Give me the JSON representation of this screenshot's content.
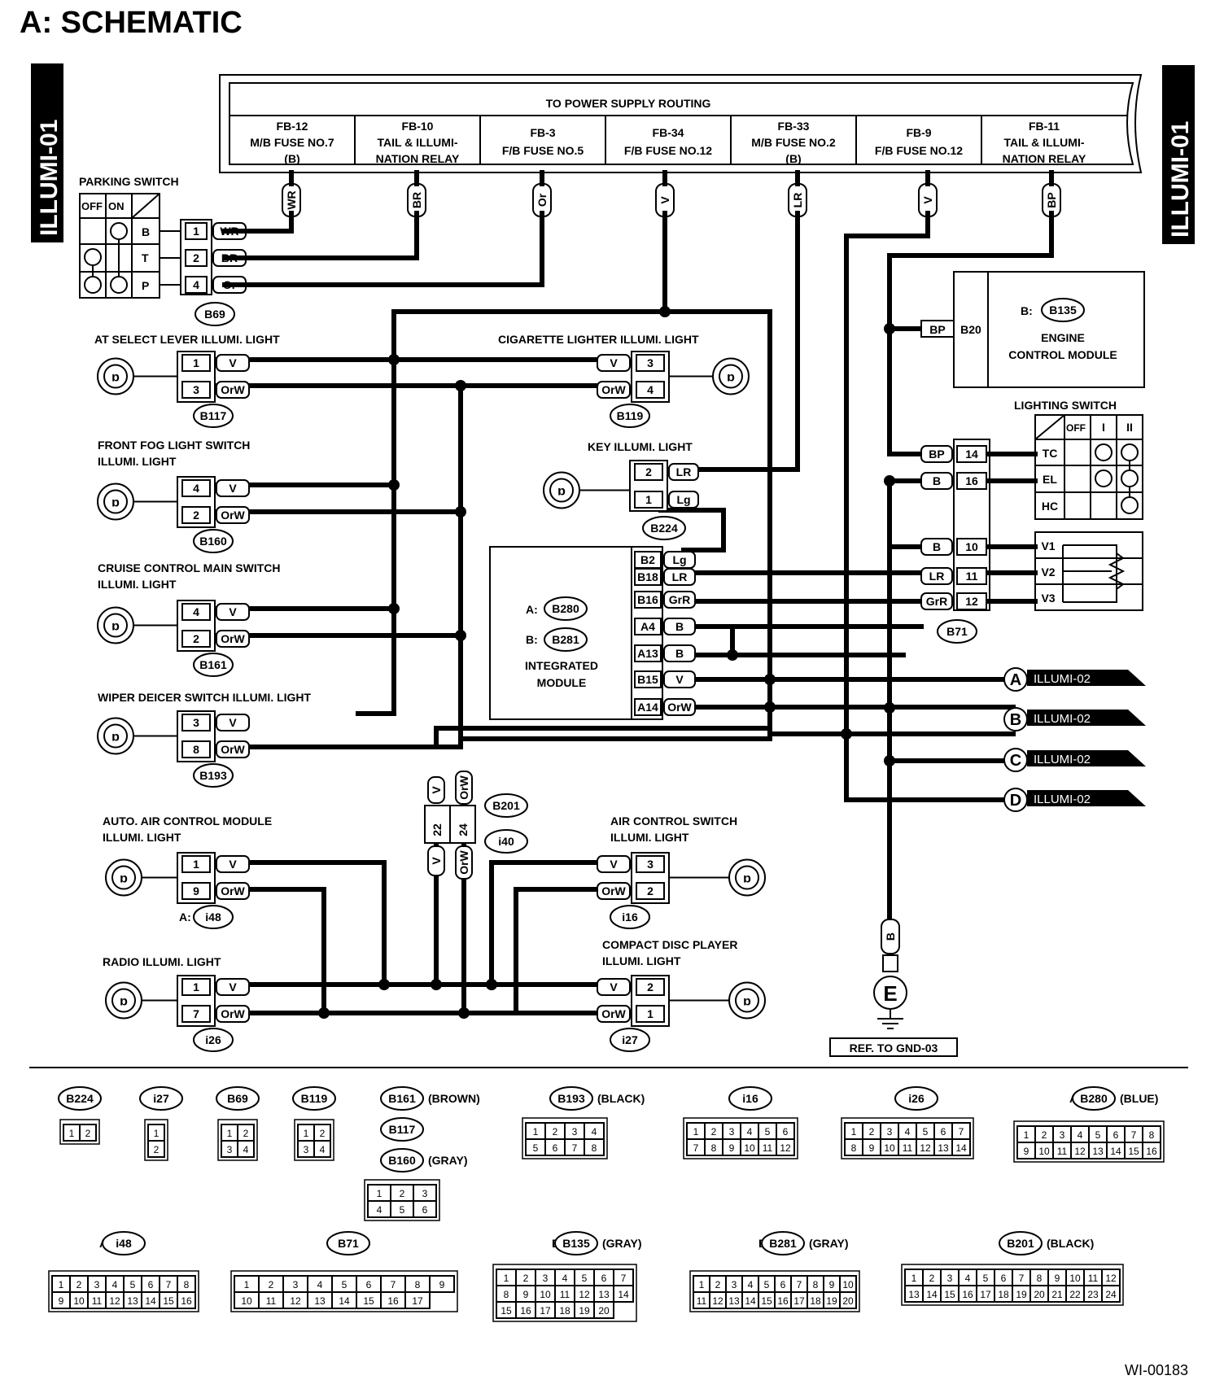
{
  "title": "A:  SCHEMATIC",
  "side_tags": {
    "left": "ILLUMI-01",
    "right": "ILLUMI-01"
  },
  "power_supply": {
    "header": "TO POWER SUPPLY ROUTING",
    "fuses": [
      {
        "code": "FB-12",
        "line1": "M/B FUSE NO.7",
        "line2": "(B)",
        "wire": "WR"
      },
      {
        "code": "FB-10",
        "line1": "TAIL & ILLUMI-",
        "line2": "NATION RELAY",
        "wire": "BR"
      },
      {
        "code": "FB-3",
        "line1": "F/B FUSE NO.5",
        "line2": "",
        "wire": "Or"
      },
      {
        "code": "FB-34",
        "line1": "F/B FUSE NO.12",
        "line2": "",
        "wire": "V"
      },
      {
        "code": "FB-33",
        "line1": "M/B FUSE NO.2",
        "line2": "(B)",
        "wire": "LR"
      },
      {
        "code": "FB-9",
        "line1": "F/B FUSE NO.12",
        "line2": "",
        "wire": "V"
      },
      {
        "code": "FB-11",
        "line1": "TAIL & ILLUMI-",
        "line2": "NATION RELAY",
        "wire": "BP"
      }
    ]
  },
  "parking_switch": {
    "label": "PARKING SWITCH",
    "off": "OFF",
    "on": "ON",
    "rows": [
      "B",
      "T",
      "P"
    ],
    "connector": "B69",
    "pins": [
      {
        "pin": "1",
        "wire": "WR"
      },
      {
        "pin": "2",
        "wire": "BR"
      },
      {
        "pin": "4",
        "wire": "Or"
      }
    ]
  },
  "lights": [
    {
      "label": "AT SELECT LEVER ILLUMI. LIGHT",
      "connector": "B117",
      "pins": [
        [
          "1",
          "V"
        ],
        [
          "3",
          "OrW"
        ]
      ]
    },
    {
      "label": "FRONT FOG LIGHT SWITCH",
      "label2": "ILLUMI. LIGHT",
      "connector": "B160",
      "pins": [
        [
          "4",
          "V"
        ],
        [
          "2",
          "OrW"
        ]
      ]
    },
    {
      "label": "CRUISE CONTROL MAIN SWITCH",
      "label2": "ILLUMI. LIGHT",
      "connector": "B161",
      "pins": [
        [
          "4",
          "V"
        ],
        [
          "2",
          "OrW"
        ]
      ]
    },
    {
      "label": "WIPER DEICER SWITCH ILLUMI. LIGHT",
      "connector": "B193",
      "pins": [
        [
          "3",
          "V"
        ],
        [
          "8",
          "OrW"
        ]
      ]
    },
    {
      "label": "AUTO. AIR CONTROL MODULE",
      "label2": "ILLUMI. LIGHT",
      "connector": "i48",
      "prefix": "A:",
      "pins": [
        [
          "1",
          "V"
        ],
        [
          "9",
          "OrW"
        ]
      ]
    },
    {
      "label": "RADIO ILLUMI. LIGHT",
      "connector": "i26",
      "pins": [
        [
          "1",
          "V"
        ],
        [
          "7",
          "OrW"
        ]
      ]
    },
    {
      "label": "CIGARETTE LIGHTER ILLUMI. LIGHT",
      "connector": "B119",
      "pins": [
        [
          "3",
          "V"
        ],
        [
          "4",
          "OrW"
        ]
      ]
    },
    {
      "label": "KEY ILLUMI. LIGHT",
      "connector": "B224",
      "pins": [
        [
          "2",
          "LR"
        ],
        [
          "1",
          "Lg"
        ]
      ]
    },
    {
      "label": "AIR CONTROL SWITCH",
      "label2": "ILLUMI. LIGHT",
      "connector": "i16",
      "pins": [
        [
          "3",
          "V"
        ],
        [
          "2",
          "OrW"
        ]
      ]
    },
    {
      "label": "COMPACT DISC PLAYER",
      "label2": "ILLUMI. LIGHT",
      "connector": "i27",
      "pins": [
        [
          "2",
          "V"
        ],
        [
          "1",
          "OrW"
        ]
      ]
    }
  ],
  "integrated_module": {
    "a": "A:",
    "a_conn": "B280",
    "b": "B:",
    "b_conn": "B281",
    "name1": "INTEGRATED",
    "name2": "MODULE",
    "pins": [
      [
        "B2",
        "Lg"
      ],
      [
        "B18",
        "LR"
      ],
      [
        "B16",
        "GrR"
      ],
      [
        "A4",
        "B"
      ],
      [
        "A13",
        "B"
      ],
      [
        "B15",
        "V"
      ],
      [
        "A14",
        "OrW"
      ]
    ]
  },
  "ecm": {
    "prefix": "B:",
    "conn": "B135",
    "pin": "B20",
    "wire": "BP",
    "name1": "ENGINE",
    "name2": "CONTROL MODULE"
  },
  "lighting_switch": {
    "label": "LIGHTING SWITCH",
    "off": "OFF",
    "pos1": "I",
    "pos2": "II",
    "rows": [
      "TC",
      "EL",
      "HC"
    ],
    "v": [
      "V1",
      "V2",
      "V3"
    ],
    "connector": "B71",
    "pins": [
      [
        "BP",
        "14"
      ],
      [
        "B",
        "16"
      ],
      [
        "B",
        "10"
      ],
      [
        "LR",
        "11"
      ],
      [
        "GrR",
        "12"
      ]
    ]
  },
  "junction": {
    "top": "B201",
    "bottom": "i40",
    "pins": [
      "22",
      "24"
    ],
    "wires": [
      "V",
      "OrW"
    ]
  },
  "outputs": [
    {
      "letter": "A",
      "text": "ILLUMI-02"
    },
    {
      "letter": "B",
      "text": "ILLUMI-02"
    },
    {
      "letter": "C",
      "text": "ILLUMI-02"
    },
    {
      "letter": "D",
      "text": "ILLUMI-02"
    }
  ],
  "ground": {
    "wire": "B",
    "symbol": "E",
    "ref": "REF. TO GND-03"
  },
  "connector_views": [
    {
      "name": "B224",
      "pins": [
        "1",
        "2"
      ]
    },
    {
      "name": "i27",
      "pins": [
        "1",
        "2"
      ]
    },
    {
      "name": "B69",
      "pins": [
        "1",
        "2",
        "3",
        "4"
      ]
    },
    {
      "name": "B119",
      "pins": [
        "1",
        "2",
        "3",
        "4"
      ]
    },
    {
      "name": "B161",
      "color": "(BROWN)"
    },
    {
      "name": "B117"
    },
    {
      "name": "B160",
      "color": "(GRAY)",
      "pins": [
        "1",
        "2",
        "3",
        "4",
        "5",
        "6"
      ]
    },
    {
      "name": "B193",
      "color": "(BLACK)",
      "pins": [
        "1",
        "2",
        "3",
        "4",
        "5",
        "6",
        "7",
        "8"
      ]
    },
    {
      "name": "i16",
      "pins": [
        "1",
        "2",
        "3",
        "4",
        "5",
        "6",
        "7",
        "8",
        "9",
        "10",
        "11",
        "12"
      ]
    },
    {
      "name": "i26",
      "pins": [
        "1",
        "2",
        "3",
        "4",
        "5",
        "6",
        "7",
        "8",
        "9",
        "10",
        "11",
        "12",
        "13",
        "14"
      ]
    },
    {
      "prefix": "A:",
      "name": "B280",
      "color": "(BLUE)",
      "pins": [
        "1",
        "2",
        "3",
        "4",
        "5",
        "6",
        "7",
        "8",
        "9",
        "10",
        "11",
        "12",
        "13",
        "14",
        "15",
        "16"
      ]
    },
    {
      "prefix": "A:",
      "name": "i48",
      "pins": [
        "1",
        "2",
        "3",
        "4",
        "5",
        "6",
        "7",
        "8",
        "9",
        "10",
        "11",
        "12",
        "13",
        "14",
        "15",
        "16"
      ]
    },
    {
      "name": "B71",
      "pins": [
        "1",
        "2",
        "3",
        "4",
        "5",
        "6",
        "7",
        "8",
        "9",
        "10",
        "11",
        "12",
        "13",
        "14",
        "15",
        "16",
        "17"
      ]
    },
    {
      "prefix": "B:",
      "name": "B135",
      "color": "(GRAY)",
      "pins": [
        "1",
        "2",
        "3",
        "4",
        "5",
        "6",
        "7",
        "8",
        "9",
        "10",
        "11",
        "12",
        "13",
        "14",
        "15",
        "16",
        "17",
        "18",
        "19",
        "20"
      ]
    },
    {
      "prefix": "B:",
      "name": "B281",
      "color": "(GRAY)",
      "pins": [
        "1",
        "2",
        "3",
        "4",
        "5",
        "6",
        "7",
        "8",
        "9",
        "10",
        "11",
        "12",
        "13",
        "14",
        "15",
        "16",
        "17",
        "18",
        "19",
        "20"
      ]
    },
    {
      "name": "B201",
      "color": "(BLACK)",
      "pins": [
        "1",
        "2",
        "3",
        "4",
        "5",
        "6",
        "7",
        "8",
        "9",
        "10",
        "11",
        "12",
        "13",
        "14",
        "15",
        "16",
        "17",
        "18",
        "19",
        "20",
        "21",
        "22",
        "23",
        "24"
      ]
    }
  ],
  "figure_id": "WI-00183"
}
